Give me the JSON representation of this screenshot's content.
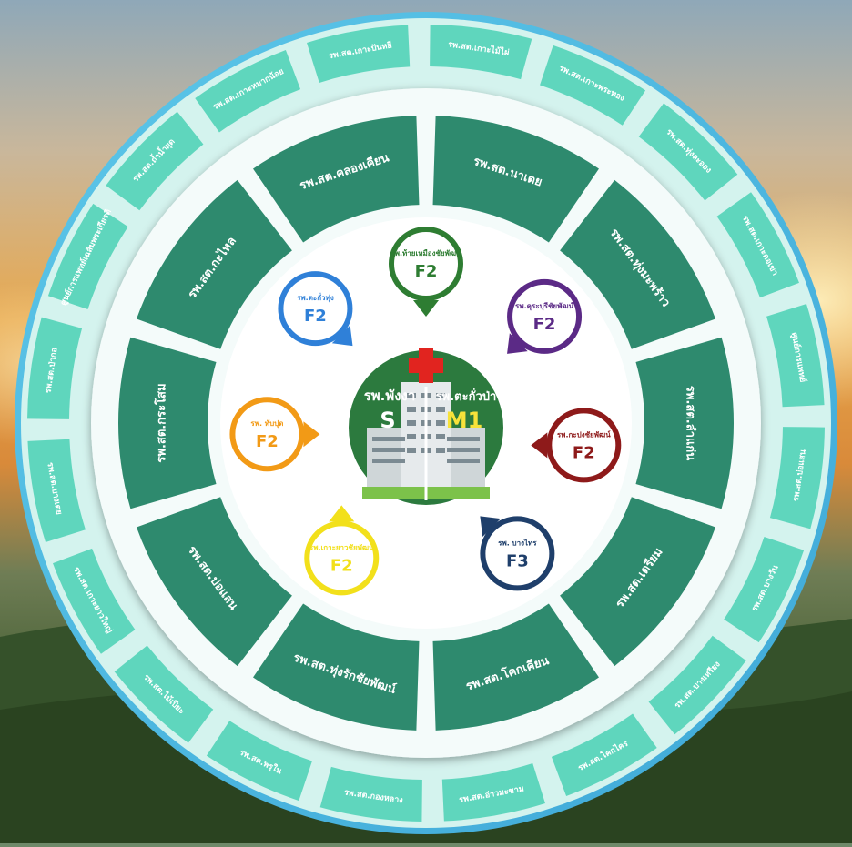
{
  "colors": {
    "outer_ring": "#d4f3ee",
    "outer_tile": "#5fd6bd",
    "outer_tile_text": "#ffffff",
    "inner_ring": "#ffffff",
    "inner_tile": "#2e8a6e",
    "hub_green": "#2c7a3e",
    "cross_red": "#e1241f",
    "m1_yellow": "#f7e23a"
  },
  "hub": {
    "left_name": "รพ.พังงา",
    "left_level": "S",
    "right_name": "รพ.ตะกั่วป่า",
    "right_level": "M1"
  },
  "hospitals": [
    {
      "name": "รพ.ท้ายเหมืองชัยพัฒน์",
      "level": "F2",
      "color": "#2e7d32",
      "arrow": "down"
    },
    {
      "name": "รพ.คุระบุรีชัยพัฒน์",
      "level": "F2",
      "color": "#5b2a86",
      "arrow": "down-left"
    },
    {
      "name": "รพ.กะปงชัยพัฒน์",
      "level": "F2",
      "color": "#8e1a1a",
      "arrow": "left"
    },
    {
      "name": "รพ. บางไทร",
      "level": "F3",
      "color": "#1f3f6b",
      "arrow": "up-left"
    },
    {
      "name": "รพ.เกาะยาวชัยพัฒน์",
      "level": "F2",
      "color": "#f2e01b",
      "arrow": "up"
    },
    {
      "name": "รพ. ทับปุด",
      "level": "F2",
      "color": "#f29a16",
      "arrow": "right"
    },
    {
      "name": "รพ.ตะกั่วทุ่ง",
      "level": "F2",
      "color": "#2f80d8",
      "arrow": "down-right"
    }
  ],
  "inner_ring": [
    "รพ.สต.นาเตย",
    "รพ.สต.ทุ่งมะพร้าว",
    "รพ.สต.ลำแก่น",
    "รพ.สต.เตรียม",
    "รพ.สต.โคกเคียน",
    "รพ.สต.ทุ่งรักชัยพัฒน์",
    "รพ.สต.บ่อแสน",
    "รพ.สต.กระโสม",
    "รพ.สต.กะไหล",
    "รพ.สต.คลองเคียน"
  ],
  "outer_ring": [
    "รพ.สต.เกาะไม้ไผ่",
    "รพ.สต.เกาะพระทอง",
    "รพ.สต.ทุ่งละออง",
    "รพ.สต.เกาะคอเขา",
    "ศูนย์การแพทย์",
    "รพ.สต.บ่อแสน",
    "รพ.สต.บางวัน",
    "รพ.สต.บางเหรียง",
    "รพ.สต.โคกไคร",
    "รพ.สต.อ่าวมะขาม",
    "รพ.สต.กองหลาง",
    "รพ.สต.พรุใน",
    "รพ.สต.ไม้เปียะ",
    "รพ.สต.เกาะยาวใหญ่",
    "รพ.สต.บางเตย",
    "รพ.สต.ป่ากอ",
    "ศูนย์การแพทย์เฉลิมพระเกียรติ",
    "รพ.สต.ถ้ำน้ำผุด",
    "รพ.สต.เกาะหมากน้อย",
    "รพ.สต.เกาะปันหยี"
  ]
}
